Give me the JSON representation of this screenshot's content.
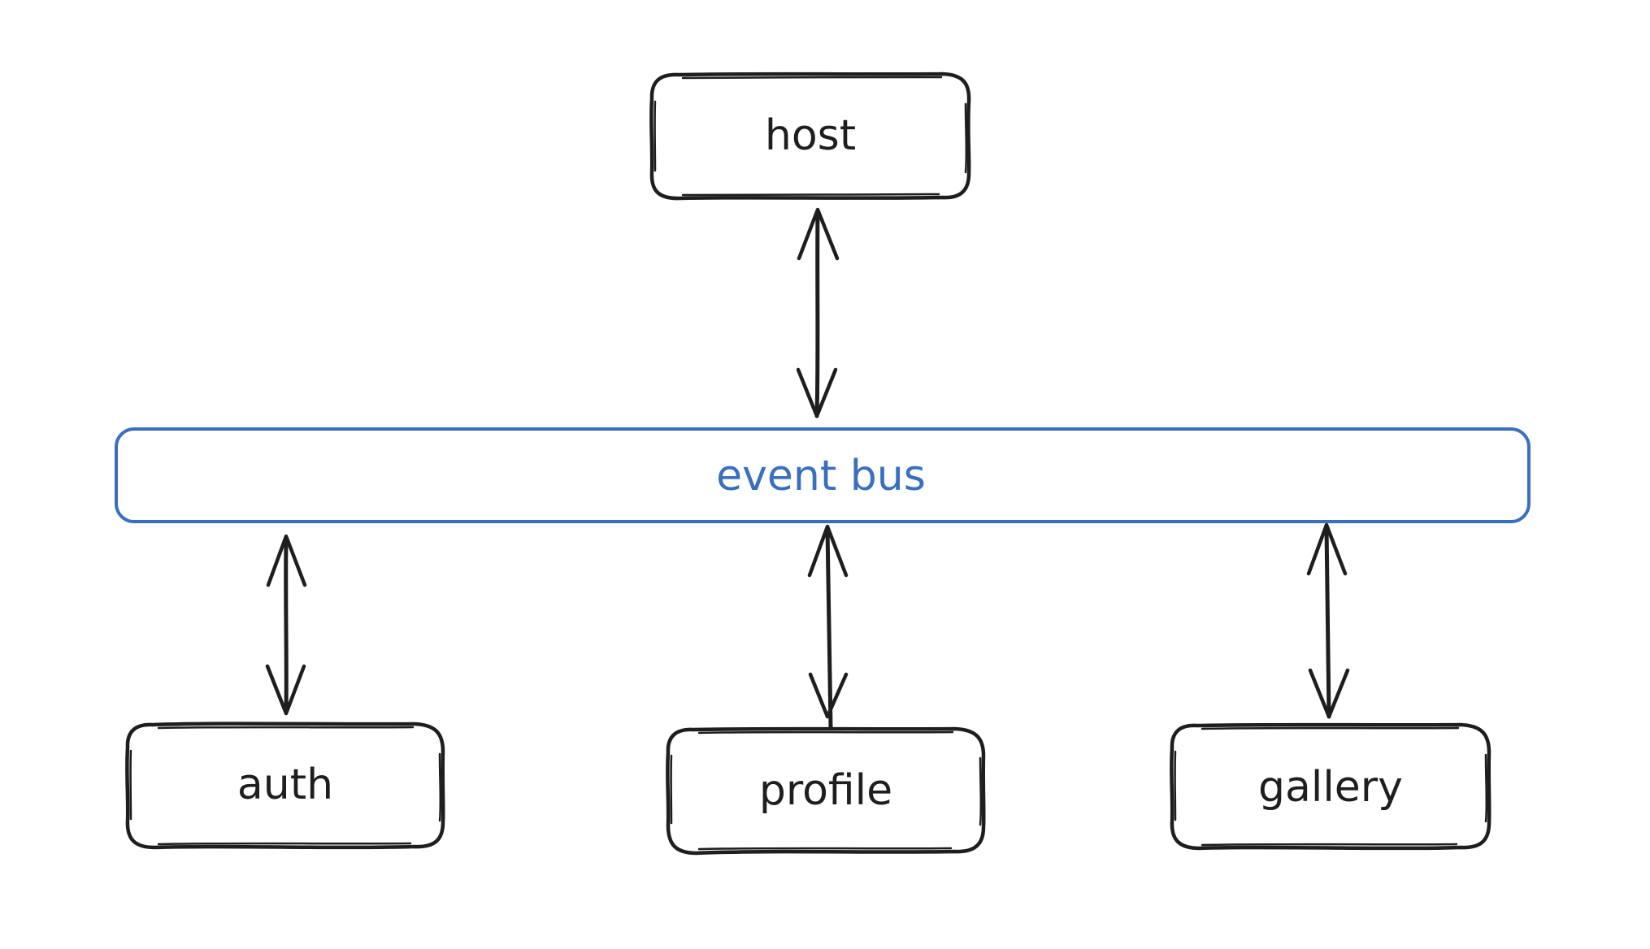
{
  "colors": {
    "node_stroke": "#1e1e1e",
    "bus_stroke": "#3a6fbf",
    "bus_text": "#3a6fbf",
    "arrow": "#1e1e1e",
    "background": "#ffffff"
  },
  "nodes": {
    "host": {
      "label": "host"
    },
    "bus": {
      "label": "event bus"
    },
    "auth": {
      "label": "auth"
    },
    "profile": {
      "label": "profile"
    },
    "gallery": {
      "label": "gallery"
    }
  },
  "edges": [
    {
      "from": "host",
      "to": "bus",
      "direction": "both"
    },
    {
      "from": "auth",
      "to": "bus",
      "direction": "both"
    },
    {
      "from": "profile",
      "to": "bus",
      "direction": "both"
    },
    {
      "from": "gallery",
      "to": "bus",
      "direction": "both"
    }
  ]
}
